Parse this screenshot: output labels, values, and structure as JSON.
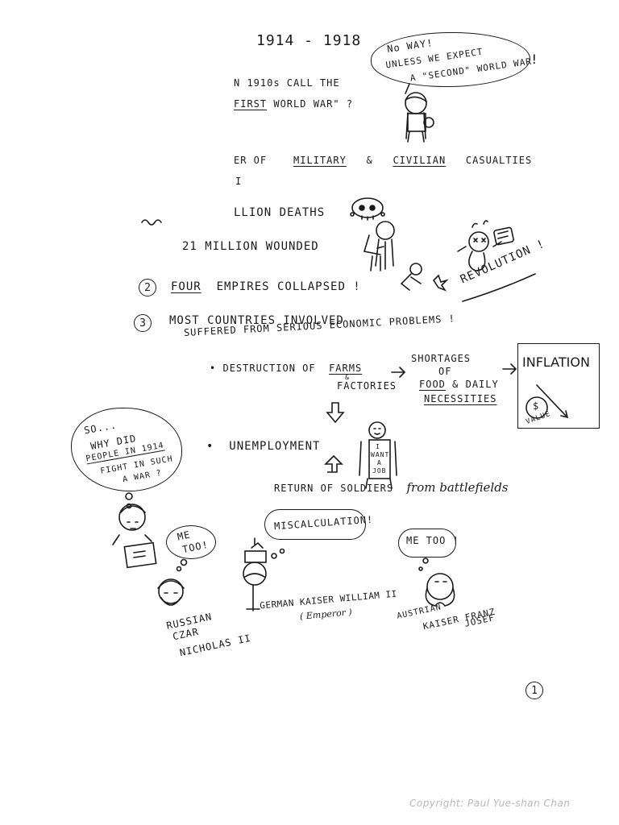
{
  "title": "1914 - 1918",
  "question": {
    "line1": "N 1910s CALL THE",
    "line2_underlined": "FIRST",
    "line2_rest": " WORLD WAR\" ?"
  },
  "bubble_top": {
    "line1": "No WAY!",
    "line2": "UNLESS WE EXPECT",
    "line3": "A \"SECOND\" WORLD WAR",
    "mark": "!"
  },
  "casualties": {
    "prefix": "ER OF",
    "military": "MILITARY",
    "amp": "&",
    "civilian": "CIVILIAN",
    "suffix": "CASUALTIES",
    "numeral": "I"
  },
  "deaths": "LLION DEATHS",
  "wounded": "21 MILLION WOUNDED",
  "point2": {
    "num": "2",
    "four": "FOUR",
    "rest": "EMPIRES COLLAPSED !",
    "revolution": "REVOLUTION !"
  },
  "point3": {
    "num": "3",
    "line1": "MOST COUNTRIES INVOLVED",
    "line2": "SUFFERED FROM SERIOUS ECONOMIC PROBLEMS !"
  },
  "economy": {
    "bullet": "•",
    "destruction_prefix": "DESTRUCTION OF",
    "farms": "FARMS",
    "amp": "&",
    "factories": "FACTORIES",
    "shortages": "SHORTAGES",
    "of": "OF",
    "food": "FOOD",
    "and_daily": "& DAILY",
    "necessities": "NECESSITIES",
    "inflation": "INFLATION",
    "dollar": "$",
    "value": "VALUE"
  },
  "unemployment": {
    "bullet": "•",
    "text": "UNEMPLOYMENT",
    "sign_line1": "I",
    "sign_line2": "WANT",
    "sign_line3": "A",
    "sign_line4": "JOB",
    "return_text": "RETURN OF SOLDIERS",
    "from_text": "from battlefields"
  },
  "bubble_left": {
    "line1": "SO...",
    "line2": "WHY DID",
    "line3": "PEOPLE IN 1914",
    "line4": "FIGHT IN SUCH",
    "line5": "A WAR ?"
  },
  "bubble_czar": {
    "line1": "ME",
    "line2": "TOO!"
  },
  "czar": {
    "line1": "RUSSIAN",
    "line2": "CZAR",
    "line3": "NICHOLAS II"
  },
  "bubble_kaiser": "MISCALCULATION!",
  "kaiser": {
    "line1": "GERMAN KAISER WILLIAM II",
    "line2": "( Emperor )"
  },
  "bubble_franz": "ME TOO !",
  "franz": {
    "line1": "AUSTRIAN",
    "line2": "KAISER FRANZ",
    "line3": "JOSEF"
  },
  "page_number": "1",
  "copyright": "Copyright: Paul Yue-shan Chan"
}
